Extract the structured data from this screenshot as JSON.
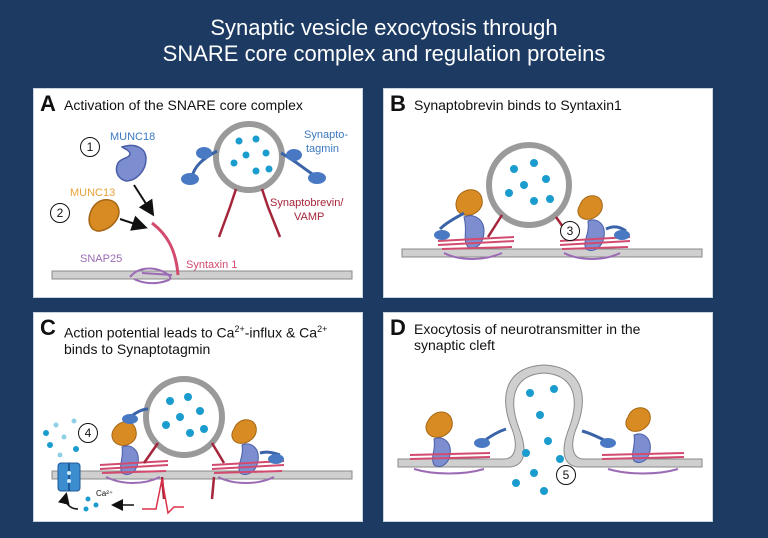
{
  "title": {
    "line1": "Synaptic vesicle exocytosis through",
    "line2": "SNARE core complex  and regulation proteins"
  },
  "panels": {
    "a": {
      "letter": "A",
      "title": "Activation of the SNARE core complex",
      "labels": {
        "munc18": "MUNC18",
        "munc13": "MUNC13",
        "synaptotagmin_1": "Synapto-",
        "synaptotagmin_2": "tagmin",
        "synaptobrevin_1": "Synaptobrevin/",
        "synaptobrevin_2": "VAMP",
        "snap25": "SNAP25",
        "syntaxin": "Syntaxin 1"
      },
      "steps": [
        "1",
        "2"
      ]
    },
    "b": {
      "letter": "B",
      "title": "Synaptobrevin binds to Syntaxin1",
      "steps": [
        "3"
      ]
    },
    "c": {
      "letter": "C",
      "title_part1": "Action potential leads to Ca",
      "sup1": "2+",
      "title_part2": "-influx & Ca",
      "sup2": "2+",
      "title_part3": "binds to Synaptotagmin",
      "ion_label": "Ca²⁺",
      "steps": [
        "4"
      ]
    },
    "d": {
      "letter": "D",
      "title_line1": "Exocytosis of neurotransmitter in the",
      "title_line2": "synaptic cleft",
      "steps": [
        "5"
      ]
    }
  },
  "colors": {
    "background": "#1d3a63",
    "protein_blue": "#4a79c4",
    "munc13_orange": "#d88b22",
    "snap25_purple": "#9b6bb5",
    "syntaxin_pink": "#d24b6f",
    "vamp_red": "#a5253a",
    "neurotransmitter": "#1b9ccf"
  }
}
